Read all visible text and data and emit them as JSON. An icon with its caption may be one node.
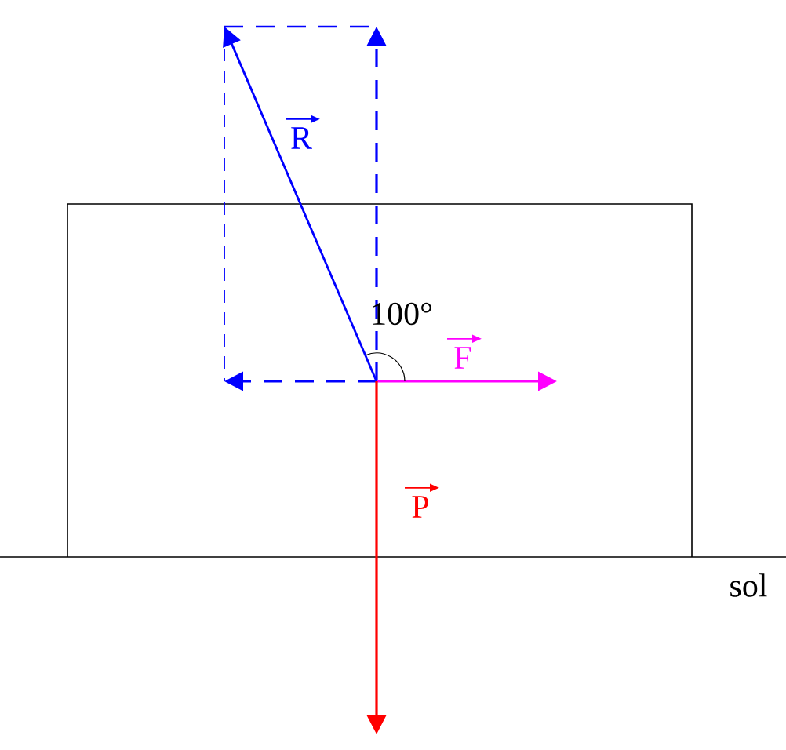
{
  "diagram": {
    "labels": [
      "R",
      "100°",
      "F",
      "P",
      "sol"
    ]
  }
}
